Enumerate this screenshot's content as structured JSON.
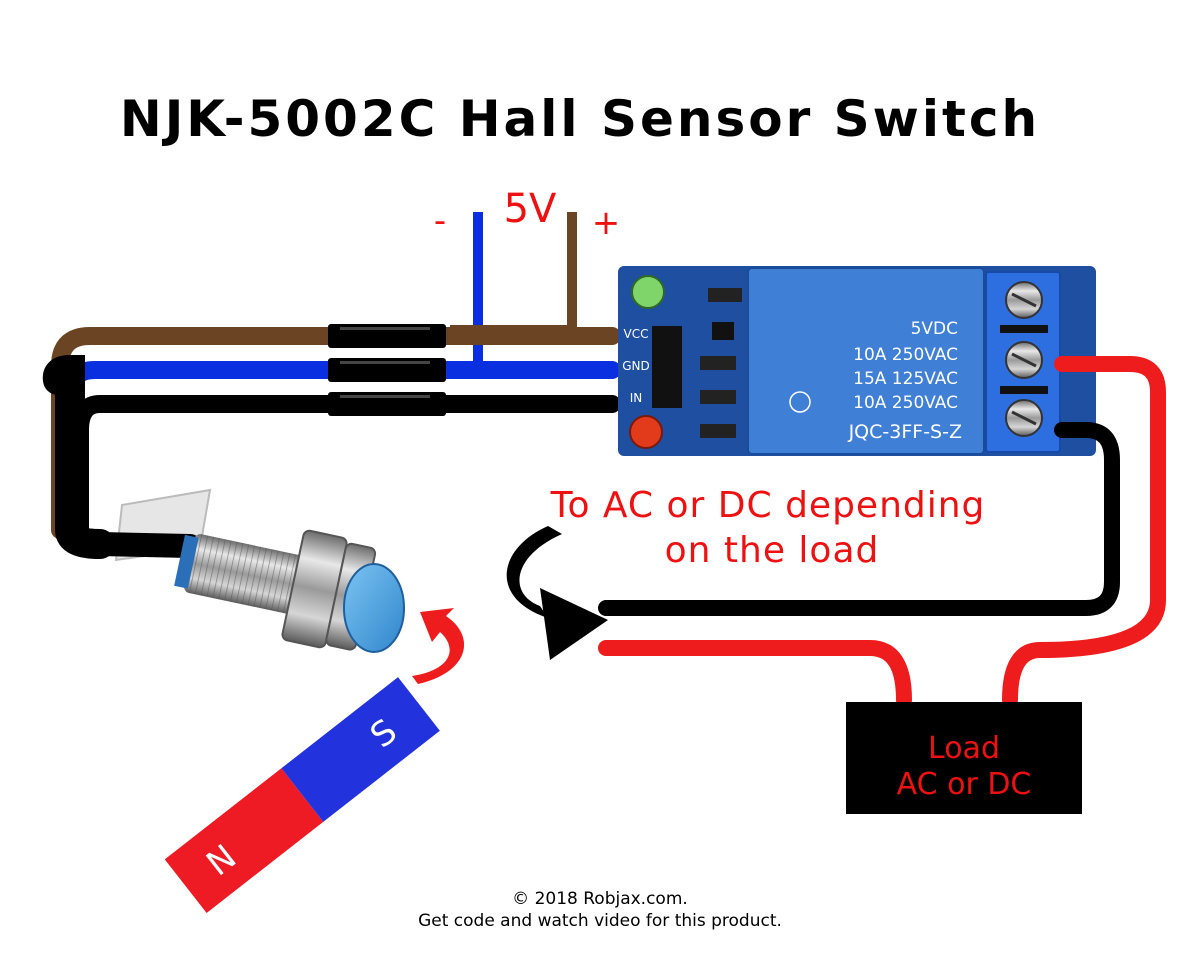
{
  "title": "NJK-5002C Hall Sensor Switch",
  "supply": {
    "voltage": "5V",
    "negative": "-",
    "positive": "+"
  },
  "relay": {
    "coil": "5VDC",
    "rating_1": "10A 250VAC",
    "rating_2": "15A 125VAC",
    "rating_3": "10A 250VAC",
    "model": "JQC-3FF-S-Z",
    "pins": [
      "VCC",
      "GND",
      "IN"
    ]
  },
  "annotation": {
    "line_1": "To AC or DC depending",
    "line_2": "on the load"
  },
  "load": {
    "line_1": "Load",
    "line_2": "AC or DC"
  },
  "magnet": {
    "north": "N",
    "south": "S"
  },
  "footer": {
    "copyright": "© 2018 Robjax.com.",
    "note": "Get code and watch video for this product."
  },
  "colors": {
    "wire_brown": "#6b4423",
    "wire_blue": "#0a2fe0",
    "wire_black": "#000000",
    "wire_red": "#ee1c1c",
    "relay_board": "#1f4fa0",
    "relay_body": "#3f7fd6",
    "terminal_block": "#2d6fe0",
    "text_red": "#ee1111",
    "magnet_north": "#ee1b24",
    "magnet_south": "#2233dd",
    "sensor_cap": "#4aa3e6"
  }
}
